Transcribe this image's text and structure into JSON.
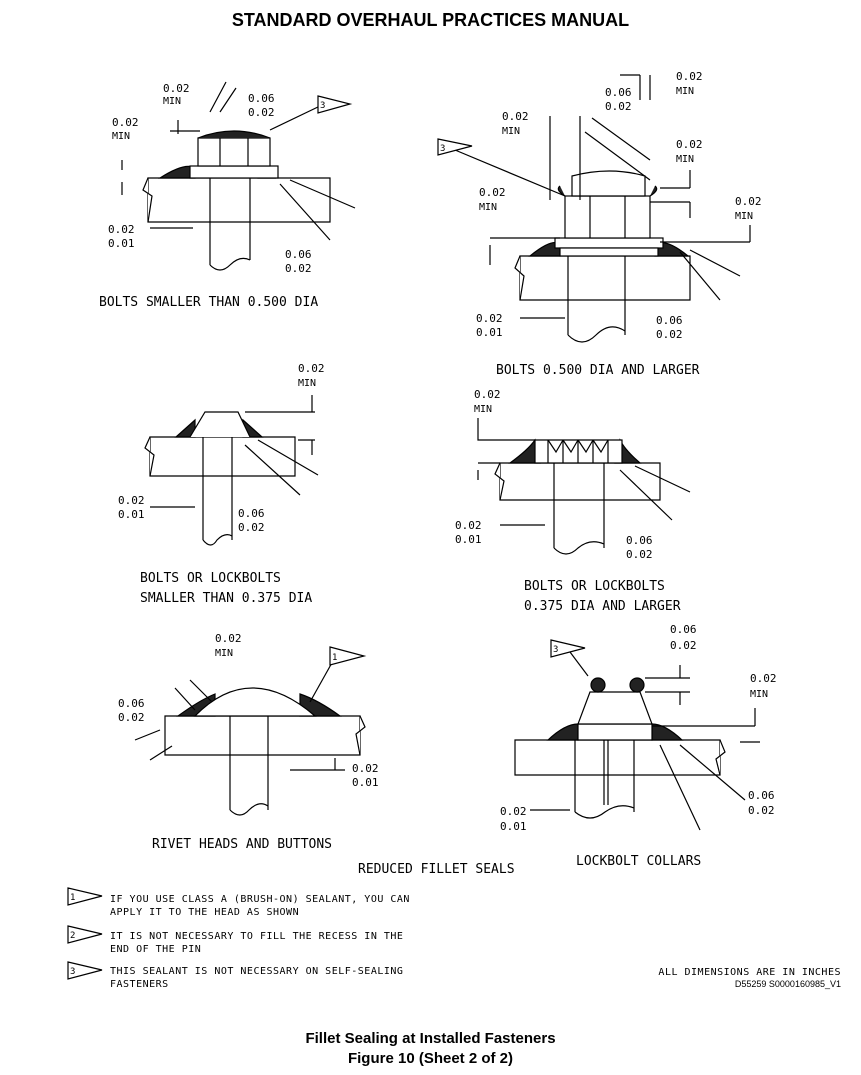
{
  "header": {
    "title": "STANDARD OVERHAUL PRACTICES MANUAL"
  },
  "diagrams": {
    "d1": {
      "title": "BOLTS SMALLER THAN 0.500 DIA",
      "dim_a": "0.02",
      "min": "MIN",
      "dim_b1": "0.06",
      "dim_b2": "0.02",
      "dim_c": "0.02",
      "dim_d1": "0.02",
      "dim_d2": "0.01",
      "dim_e1": "0.06",
      "dim_e2": "0.02",
      "flag": "3"
    },
    "d2": {
      "title": "BOLTS 0.500 DIA AND LARGER",
      "dim_top": "0.02",
      "dim_mid1": "0.06",
      "dim_mid2": "0.02",
      "dim_a": "0.02",
      "dim_b": "0.02",
      "dim_c": "0.02",
      "dim_d": "0.02",
      "dim_l1": "0.02",
      "dim_l2": "0.01",
      "dim_r1": "0.06",
      "dim_r2": "0.02",
      "min": "MIN",
      "flag": "3"
    },
    "d3": {
      "title_line1": "BOLTS OR LOCKBOLTS",
      "title_line2": "SMALLER THAN 0.375 DIA",
      "dim_a": "0.02",
      "min": "MIN",
      "dim_l1": "0.02",
      "dim_l2": "0.01",
      "dim_r1": "0.06",
      "dim_r2": "0.02"
    },
    "d4": {
      "title_line1": "BOLTS OR LOCKBOLTS",
      "title_line2": "0.375 DIA AND LARGER",
      "dim_a": "0.02",
      "min": "MIN",
      "dim_l1": "0.02",
      "dim_l2": "0.01",
      "dim_r1": "0.06",
      "dim_r2": "0.02"
    },
    "d5": {
      "title": "RIVET HEADS AND BUTTONS",
      "dim_a": "0.02",
      "min": "MIN",
      "dim_l1": "0.06",
      "dim_l2": "0.02",
      "dim_r1": "0.02",
      "dim_r2": "0.01",
      "flag": "1"
    },
    "d6": {
      "title": "LOCKBOLT COLLARS",
      "dim_a1": "0.06",
      "dim_a2": "0.02",
      "dim_b": "0.02",
      "min": "MIN",
      "dim_l1": "0.02",
      "dim_l2": "0.01",
      "dim_r1": "0.06",
      "dim_r2": "0.02",
      "flag": "3"
    },
    "center_caption": "REDUCED FILLET SEALS"
  },
  "notes": [
    {
      "flag": "1",
      "line1": "IF YOU USE CLASS A (BRUSH-ON) SEALANT, YOU CAN",
      "line2": "APPLY IT TO THE HEAD AS SHOWN"
    },
    {
      "flag": "2",
      "line1": "IT IS NOT NECESSARY TO FILL THE RECESS IN THE",
      "line2": "END OF THE PIN"
    },
    {
      "flag": "3",
      "line1": "THIS SEALANT IS NOT NECESSARY ON SELF-SEALING",
      "line2": "FASTENERS"
    }
  ],
  "footer": {
    "dims_note": "ALL DIMENSIONS ARE IN INCHES",
    "code": "D55259 S0000160985_V1",
    "caption": "Fillet Sealing at Installed Fasteners",
    "figure": "Figure 10  (Sheet 2 of 2)"
  }
}
